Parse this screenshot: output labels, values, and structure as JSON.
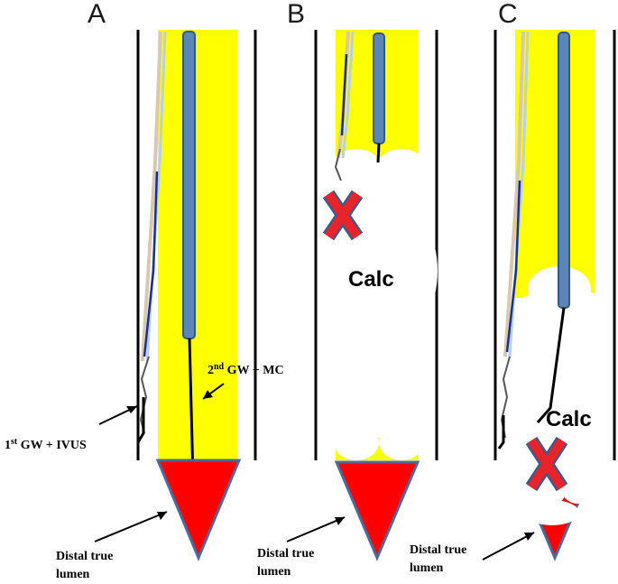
{
  "panels": [
    {
      "label": "A"
    },
    {
      "label": "B",
      "calc_label": "Calc"
    },
    {
      "label": "C",
      "calc_label": "Calc"
    }
  ],
  "annotations": {
    "gw1": {
      "ordinal": "1",
      "sup": "st",
      "rest": " GW + IVUS"
    },
    "gw2": {
      "ordinal": "2",
      "sup": "nd",
      "rest": " GW + MC"
    },
    "distal": {
      "line1": "Distal true",
      "line2": "lumen"
    }
  },
  "colors": {
    "lumen_fill": "#ffff00",
    "true_lumen_fill": "#ff0000",
    "true_lumen_border": "#4a6a9a",
    "microcatheter": "#5b86b8",
    "ivus_catheter": "#1e2f8a",
    "x_mark": "#e8232a",
    "calcium": "#ffffff"
  }
}
